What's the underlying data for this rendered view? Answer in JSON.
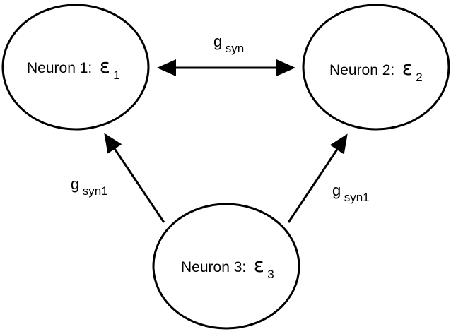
{
  "nodes": [
    {
      "id": "neuron1",
      "label": "Neuron 1:",
      "symbol": "ε",
      "subscript": "1"
    },
    {
      "id": "neuron2",
      "label": "Neuron 2:",
      "symbol": "ε",
      "subscript": "2"
    },
    {
      "id": "neuron3",
      "label": "Neuron 3:",
      "symbol": "ε",
      "subscript": "3"
    }
  ],
  "edges": [
    {
      "from": "neuron1",
      "to": "neuron2",
      "bidirectional": true,
      "base": "g",
      "subscript": "syn"
    },
    {
      "from": "neuron3",
      "to": "neuron1",
      "bidirectional": false,
      "base": "g",
      "subscript": "syn1"
    },
    {
      "from": "neuron3",
      "to": "neuron2",
      "bidirectional": false,
      "base": "g",
      "subscript": "syn1"
    }
  ],
  "colors": {
    "stroke": "#000000",
    "background": "#ffffff"
  }
}
